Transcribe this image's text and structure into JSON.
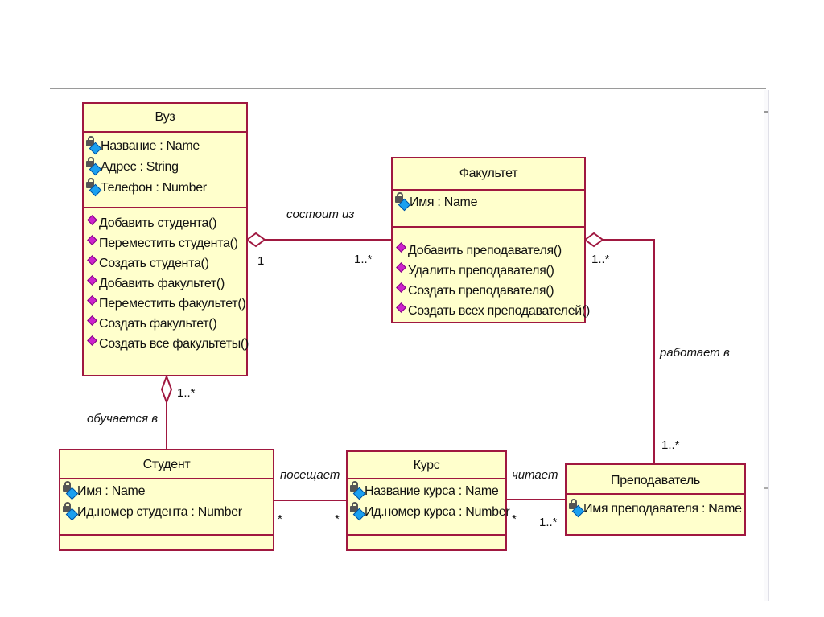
{
  "diagram": {
    "type": "UML class diagram",
    "classes": {
      "vuz": {
        "name": "Вуз",
        "attributes": [
          "Название : Name",
          "Адрес : String",
          "Телефон : Number"
        ],
        "operations": [
          "Добавить студента()",
          "Переместить студента()",
          "Создать студента()",
          "Добавить факультет()",
          "Переместить факультет()",
          "Создать факультет()",
          "Создать все факультеты()"
        ]
      },
      "fakultet": {
        "name": "Факультет",
        "attributes": [
          "Имя : Name"
        ],
        "operations": [
          "Добавить преподавателя()",
          "Удалить преподавателя()",
          "Создать преподавателя()",
          "Создать всех преподавателей()"
        ]
      },
      "student": {
        "name": "Студент",
        "attributes": [
          "Имя : Name",
          "Ид.номер студента : Number"
        ],
        "operations": []
      },
      "kurs": {
        "name": "Курс",
        "attributes": [
          "Название курса : Name",
          "Ид.номер курса : Number"
        ],
        "operations": []
      },
      "prepodavatel": {
        "name": "Преподаватель",
        "attributes": [
          "Имя преподавателя : Name"
        ],
        "operations": []
      }
    },
    "associations": {
      "vuz_fakultet": {
        "label": "состоит из",
        "from": "Вуз",
        "to": "Факультет",
        "from_mult": "1",
        "to_mult": "1..*",
        "kind": "aggregation"
      },
      "vuz_student": {
        "label": "обучается в",
        "from": "Вуз",
        "to": "Студент",
        "mult": "1..*",
        "kind": "aggregation"
      },
      "fakultet_prepodavatel": {
        "label": "работает в",
        "from": "Факультет",
        "to": "Преподаватель",
        "from_mult": "1..*",
        "to_mult": "1..*",
        "kind": "aggregation"
      },
      "student_kurs": {
        "label": "посещает",
        "from": "Студент",
        "to": "Курс",
        "from_mult": "*",
        "to_mult": "*",
        "kind": "association"
      },
      "kurs_prepodavatel": {
        "label": "читает",
        "from": "Курс",
        "to": "Преподаватель",
        "from_mult": "*",
        "to_mult": "1..*",
        "kind": "association"
      }
    },
    "colors": {
      "class_fill": "#ffffcc",
      "class_border": "#a01840",
      "operation_icon": "#cc22cc",
      "attribute_icon": "#1aa0f0"
    }
  }
}
